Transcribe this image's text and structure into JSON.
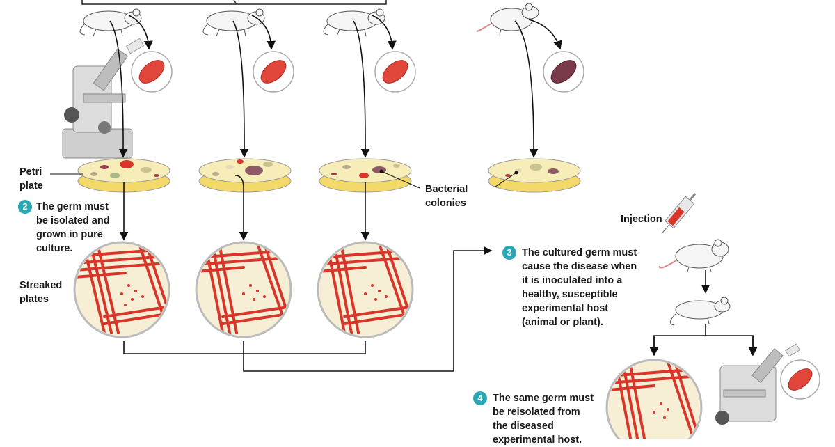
{
  "labels": {
    "petri_plate": "Petri\nplate",
    "streaked_plates": "Streaked\nplates",
    "bacterial_colonies": "Bacterial\ncolonies",
    "injection": "Injection"
  },
  "steps": [
    {
      "number": "2",
      "text": "The germ must\nbe isolated and\ngrown in pure\nculture."
    },
    {
      "number": "3",
      "text": "The cultured germ must\ncause the disease when\nit is inoculated into a\nhealthy, susceptible\nexperimental host\n(animal or plant)."
    },
    {
      "number": "4",
      "text": "The same germ must\nbe reisolated from\nthe diseased\nexperimental host."
    }
  ],
  "colors": {
    "bacterium_red": "#e0463a",
    "bacterium_healthy": "#7a3a4a",
    "step_badge": "#2aa7b5",
    "agar": "#f7edb8",
    "plate_background": "#f6efd6",
    "streak_red": "#d9362b"
  }
}
